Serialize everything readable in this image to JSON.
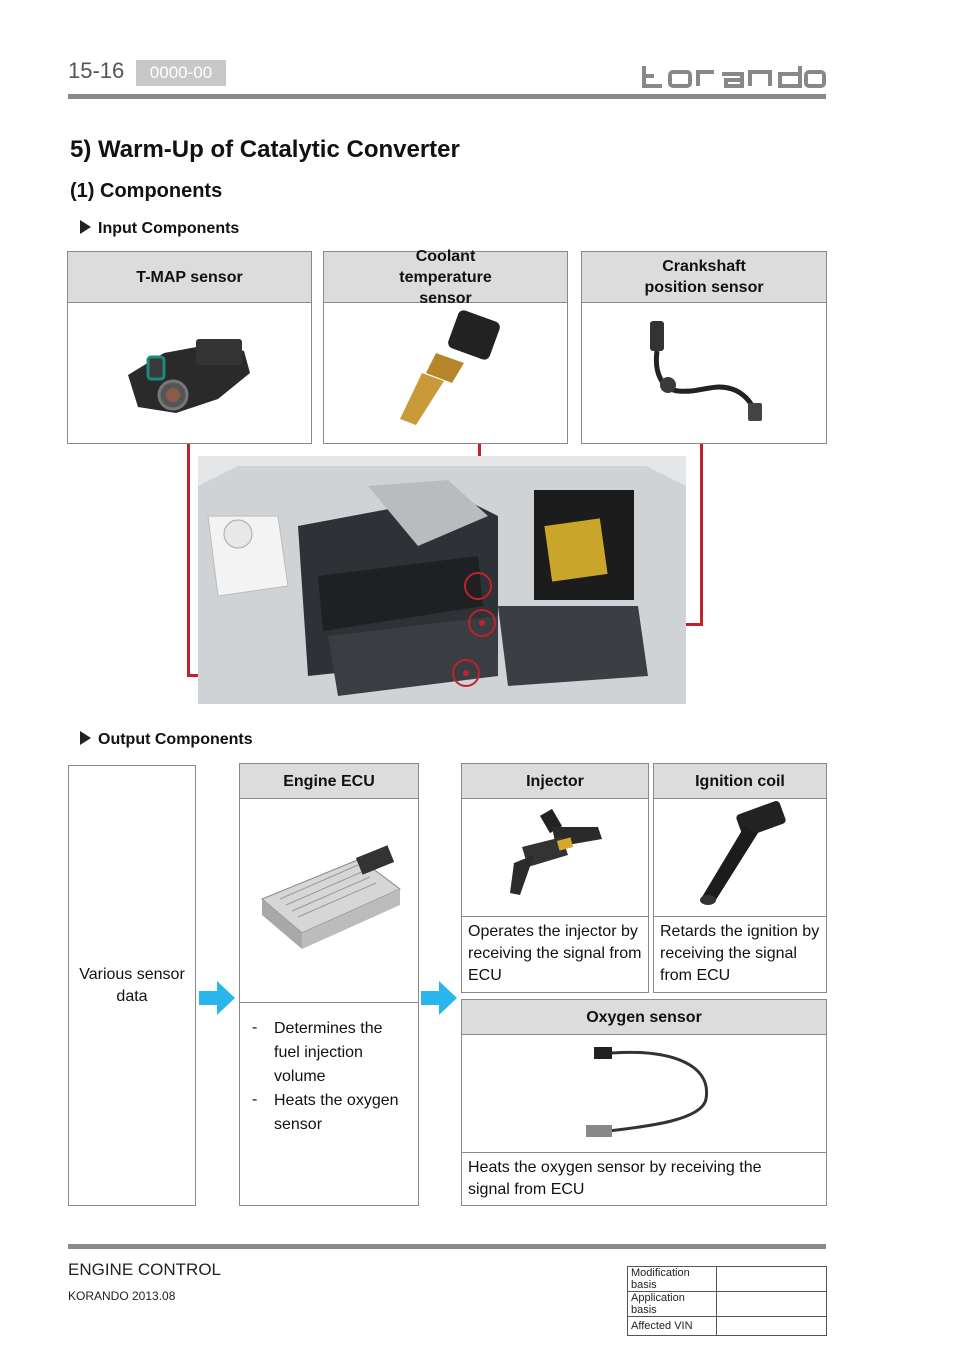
{
  "header": {
    "page_number": "15-16",
    "code": "0000-00",
    "brand": "korando"
  },
  "titles": {
    "section": "5) Warm-Up of Catalytic Converter",
    "subsection": "(1) Components",
    "input_heading": "Input Components",
    "output_heading": "Output Components"
  },
  "inputs": [
    {
      "label": "T-MAP sensor"
    },
    {
      "label": "Coolant temperature sensor"
    },
    {
      "label": "Crankshaft position sensor"
    }
  ],
  "outputs": {
    "source": "Various sensor data",
    "ecu": {
      "label": "Engine ECU",
      "functions": [
        "Determines the fuel injection volume",
        "Heats the oxygen sensor"
      ],
      "bullet": "-"
    },
    "injector": {
      "label": "Injector",
      "desc": "Operates the injector by receiving the signal from ECU"
    },
    "ignition": {
      "label": "Ignition coil",
      "desc": "Retards the ignition by receiving the signal from ECU"
    },
    "oxygen": {
      "label": "Oxygen sensor",
      "desc": "Heats the oxygen sensor by receiving the signal from ECU"
    }
  },
  "footer": {
    "section": "ENGINE CONTROL",
    "model": "KORANDO 2013.08",
    "table": [
      {
        "label": "Modification basis",
        "value": ""
      },
      {
        "label": "Application basis",
        "value": ""
      },
      {
        "label": "Affected VIN",
        "value": ""
      }
    ]
  },
  "colors": {
    "header_fill": "#dcdcdc",
    "border": "#8a8a8a",
    "callout_line": "#c0222c",
    "arrow": "#29b6ec"
  }
}
